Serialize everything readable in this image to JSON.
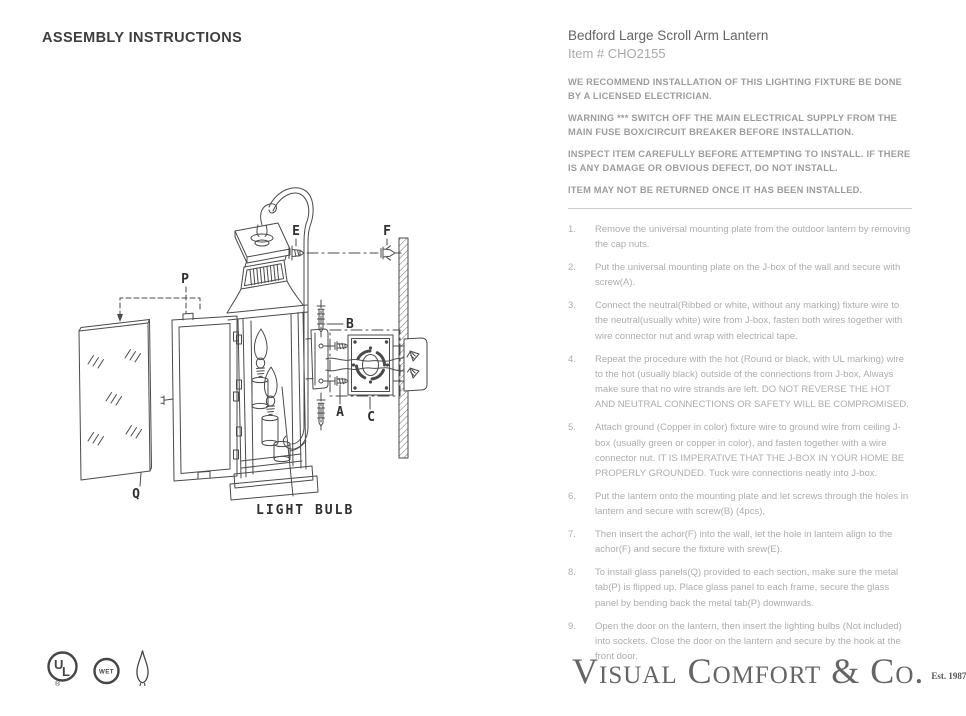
{
  "header": {
    "title": "ASSEMBLY INSTRUCTIONS"
  },
  "product": {
    "name": "Bedford Large Scroll Arm Lantern",
    "item_number": "Item # CHO2155"
  },
  "warnings": [
    "WE RECOMMEND INSTALLATION OF THIS LIGHTING FIXTURE BE DONE BY A LICENSED ELECTRICIAN.",
    "WARNING *** SWITCH OFF THE MAIN ELECTRICAL SUPPLY FROM THE MAIN FUSE BOX/CIRCUIT BREAKER BEFORE INSTALLATION.",
    "INSPECT ITEM CAREFULLY BEFORE ATTEMPTING TO INSTALL. IF THERE IS ANY DAMAGE OR OBVIOUS DEFECT, DO NOT INSTALL.",
    "ITEM MAY NOT BE RETURNED ONCE IT HAS BEEN INSTALLED."
  ],
  "steps": [
    {
      "num": "1.",
      "text": "Remove the universal mounting plate from the outdoor lantern by removing the cap nuts."
    },
    {
      "num": "2.",
      "text": "Put the universal mounting plate on the J-box of the wall and secure with screw(A)."
    },
    {
      "num": "3.",
      "text": "Connect the neutral(Ribbed or white, without any marking) fixture wire to the neutral(usually white) wire from J-box, fasten both wires together with wire connector nut and wrap with electrical tape."
    },
    {
      "num": "4.",
      "text": "Repeat the procedure with the hot (Round or black, with UL marking) wire to the hot (usually black) outside of the connections from J-box, Always make sure that no wire strands are left. DO NOT REVERSE THE HOT AND NEUTRAL CONNECTIONS OR SAFETY WILL BE COMPROMISED."
    },
    {
      "num": "5.",
      "text": "Attach ground (Copper in color) fixture wire to ground wire from ceiling J-box (usually green or copper in color), and fasten together with a wire connector nut. IT IS IMPERATIVE THAT THE J-BOX IN YOUR HOME BE PROPERLY GROUNDED. Tuck wire connections neatly into J-box."
    },
    {
      "num": "6.",
      "text": "Put the lantern onto the mounting plate and let screws through the holes in lantern and secure with screw(B) (4pcs),"
    },
    {
      "num": "7.",
      "text": "Then insert the achor(F) into the wall, let the hole in lantern align to the achor(F) and secure the fixture with srew(E)."
    },
    {
      "num": "8.",
      "text": "To install glass panels(Q) provided to each section, make sure the metal tab(P) is flipped up. Place glass panel to each frame, secure the glass panel by bending back the metal tab(P) downwards."
    },
    {
      "num": "9.",
      "text": "Open the door on the lantern, then insert the lighting bulbs (Not included) into sockets. Close the door on the lantern and secure by the hook at the front door."
    }
  ],
  "diagram": {
    "labels": {
      "e": "E",
      "f": "F",
      "p": "P",
      "b": "B",
      "a": "A",
      "c": "C",
      "q": "Q",
      "light_bulb": "LIGHT BULB"
    }
  },
  "certifications": {
    "ul_u": "U",
    "ul_l": "L",
    "reg": "®",
    "wet": "WET"
  },
  "footer": {
    "logo": "Visual Comfort & Co.",
    "est": "Est. 1987"
  }
}
